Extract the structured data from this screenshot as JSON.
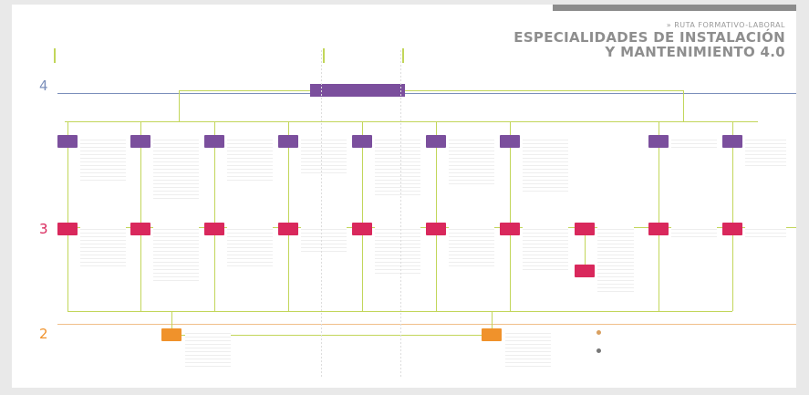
{
  "header": {
    "kicker": "» RUTA FORMATIVO-LABORAL",
    "title": "ESPECIALIDADES DE INSTALACIÓN\nY MANTENIMIENTO 4.0"
  },
  "levels": [
    "4",
    "3",
    "2"
  ],
  "colors": {
    "level4_node": "#7b4f9d",
    "level3_node": "#d9285c",
    "level2_node": "#f0922b",
    "connector": "#c2d65a",
    "title_gray": "#8e8e8e"
  }
}
